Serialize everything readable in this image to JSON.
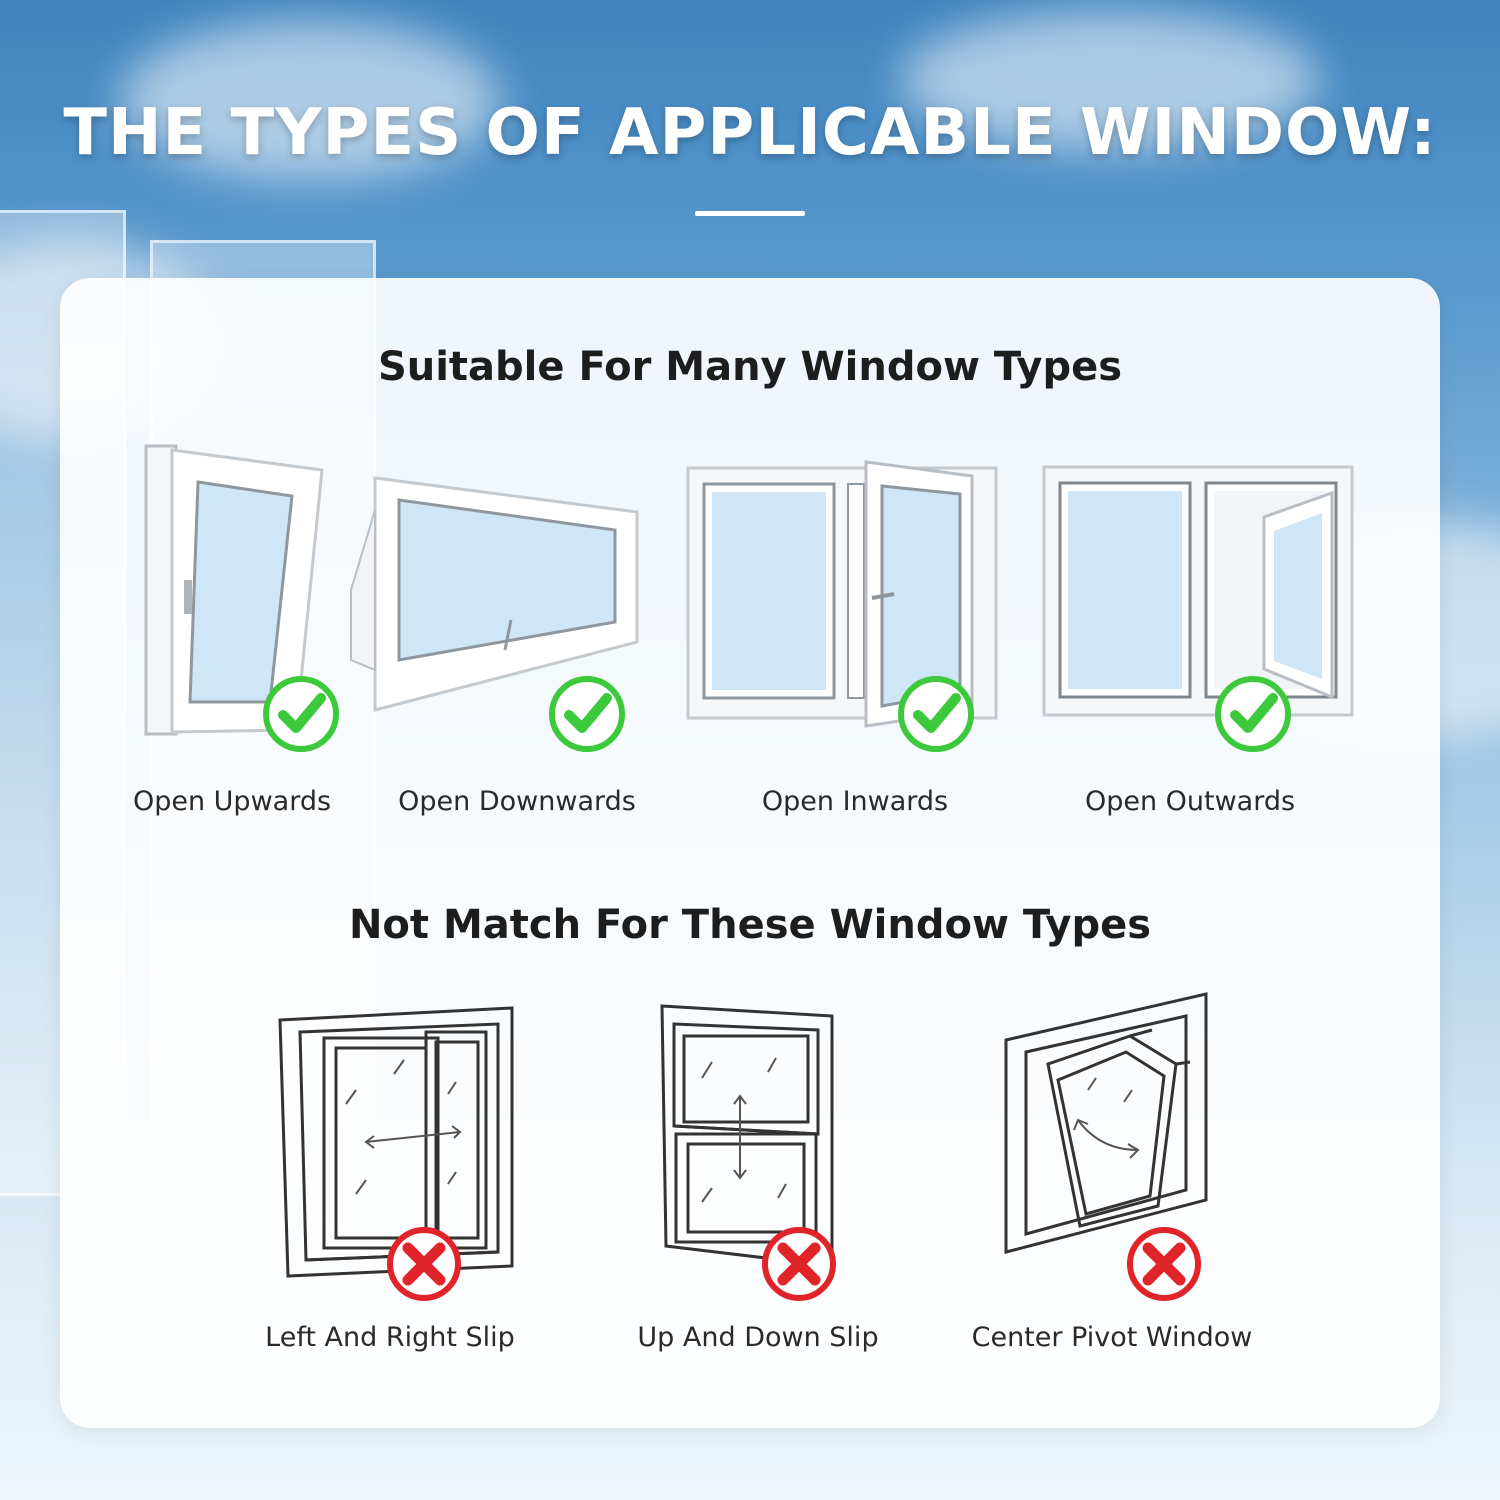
{
  "header": {
    "title": "THE TYPES OF APPLICABLE WINDOW:"
  },
  "suitable": {
    "title": "Suitable For Many Window Types",
    "items": [
      {
        "label": "Open Upwards",
        "icon": "check-icon"
      },
      {
        "label": "Open Downwards",
        "icon": "check-icon"
      },
      {
        "label": "Open Inwards",
        "icon": "check-icon"
      },
      {
        "label": "Open Outwards",
        "icon": "check-icon"
      }
    ]
  },
  "not_match": {
    "title": "Not Match For These Window Types",
    "items": [
      {
        "label": "Left And Right Slip",
        "icon": "cross-icon"
      },
      {
        "label": "Up And Down Slip",
        "icon": "cross-icon"
      },
      {
        "label": "Center Pivot Window",
        "icon": "cross-icon"
      }
    ]
  },
  "colors": {
    "check": "#3cc93c",
    "cross": "#e0242a",
    "title_text": "#ffffff",
    "section_text": "#1d1d1d"
  }
}
